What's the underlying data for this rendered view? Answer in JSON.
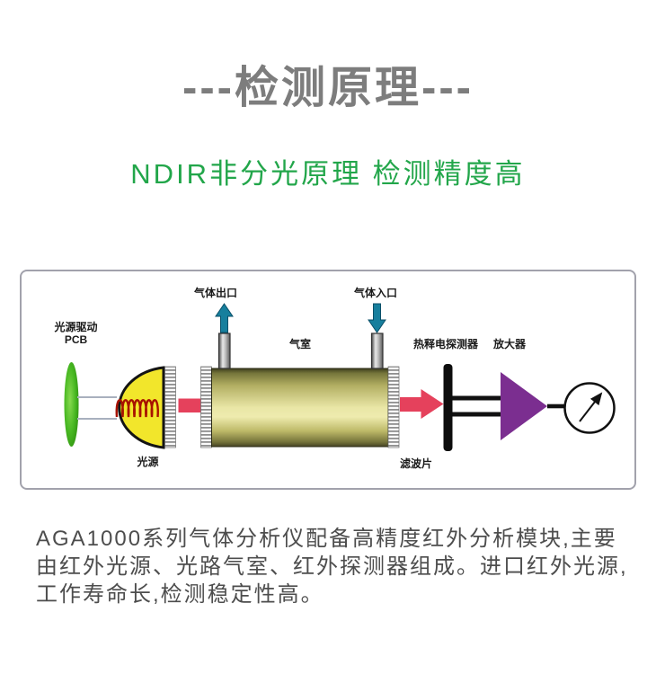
{
  "page": {
    "title": "---检测原理---",
    "subtitle": "NDIR非分光原理  检测精度高",
    "description_lines": [
      "AGA1000系列气体分析仪配备高精度红外分析模块,主要",
      "由红外光源、光路气室、红外探测器组成。进口红外光源,",
      "工作寿命长,检测稳定性高。"
    ]
  },
  "diagram": {
    "labels": {
      "pcb_line1": "光源驱动",
      "pcb_line2": "PCB",
      "light_source": "光源",
      "gas_outlet": "气体出口",
      "gas_inlet": "气体入口",
      "gas_chamber": "气室",
      "detector": "热释电探测器",
      "amplifier": "放大器",
      "filter": "滤波片"
    },
    "colors": {
      "title_gray": "#7d7d7d",
      "accent_green": "#22a64a",
      "arrow_teal": "#177f9d",
      "beam_red": "#e5415c",
      "amplifier_purple": "#7b2e90",
      "dome_yellow": "#f2e62b",
      "pcb_green": "#48b822",
      "chamber_light": "#edeaab"
    }
  }
}
